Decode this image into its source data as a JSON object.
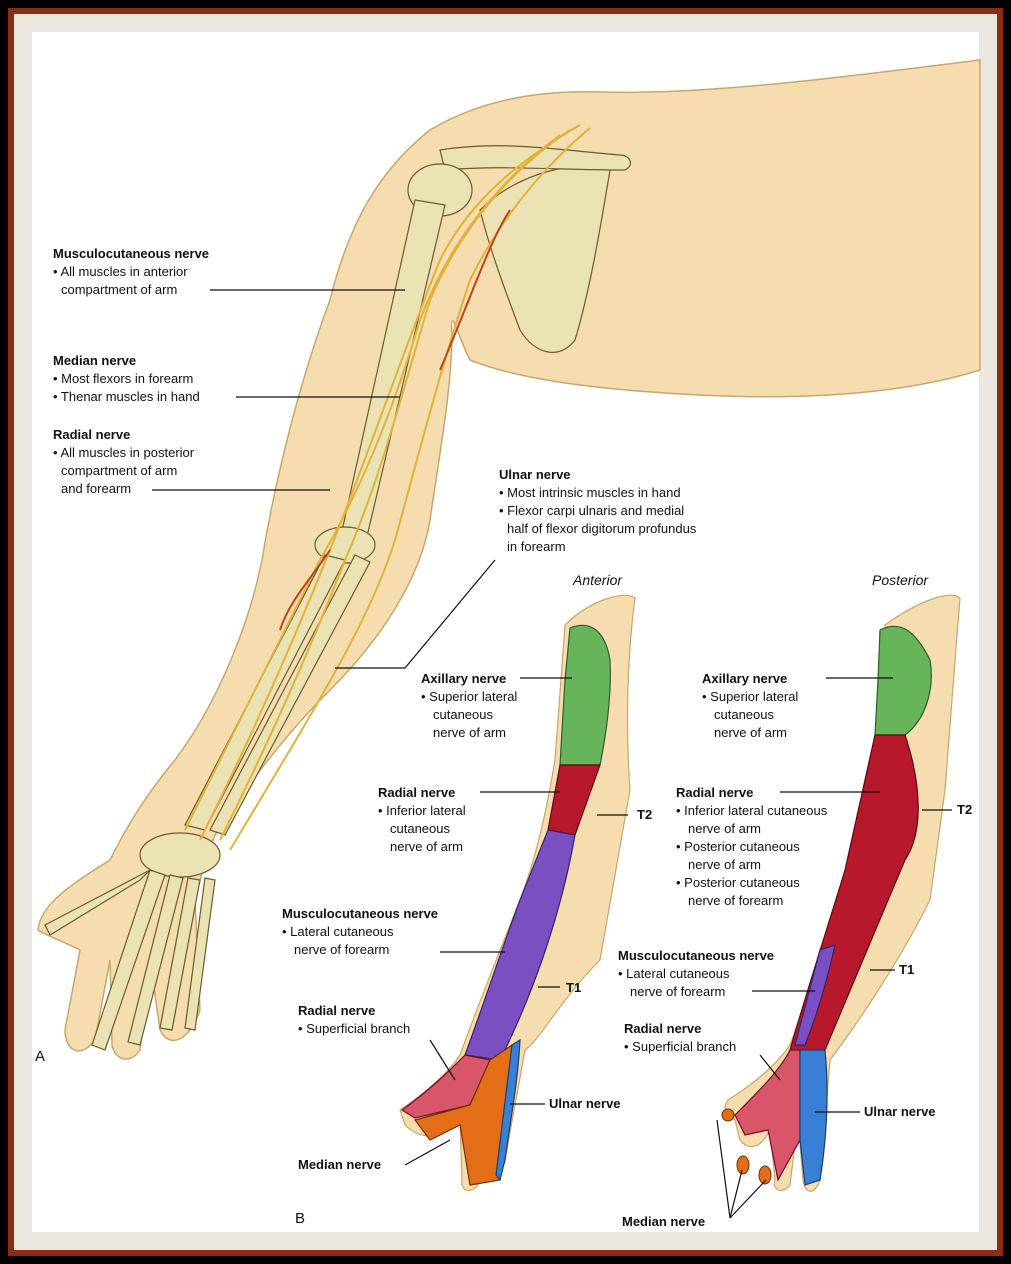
{
  "panel_a": {
    "letter": "A",
    "musculocutaneous": {
      "title": "Musculocutaneous nerve",
      "lines": [
        "• All muscles in anterior",
        "compartment of arm"
      ]
    },
    "median": {
      "title": "Median nerve",
      "lines": [
        "• Most flexors in forearm",
        "• Thenar muscles in hand"
      ]
    },
    "radial": {
      "title": "Radial nerve",
      "lines": [
        "• All muscles in posterior",
        "compartment of arm",
        "and forearm"
      ]
    },
    "ulnar": {
      "title": "Ulnar nerve",
      "lines": [
        "• Most intrinsic muscles in hand",
        "• Flexor carpi ulnaris and medial",
        "half of flexor digitorum profundus",
        "in forearm"
      ]
    }
  },
  "panel_b": {
    "letter": "B",
    "anterior": {
      "view_label": "Anterior",
      "axillary": {
        "title": "Axillary nerve",
        "lines": [
          "• Superior lateral",
          "cutaneous",
          "nerve of arm"
        ]
      },
      "radial": {
        "title": "Radial nerve",
        "lines": [
          "• Inferior lateral",
          "cutaneous",
          "nerve of arm"
        ]
      },
      "musculocutaneous": {
        "title": "Musculocutaneous nerve",
        "lines": [
          "• Lateral cutaneous",
          "nerve of forearm"
        ]
      },
      "radial_superficial": {
        "title": "Radial nerve",
        "lines": [
          "• Superficial branch"
        ]
      },
      "ulnar": "Ulnar nerve",
      "median": "Median nerve",
      "t2": "T2",
      "t1": "T1"
    },
    "posterior": {
      "view_label": "Posterior",
      "axillary": {
        "title": "Axillary nerve",
        "lines": [
          "• Superior lateral",
          "cutaneous",
          "nerve of arm"
        ]
      },
      "radial": {
        "title": "Radial nerve",
        "lines": [
          "• Inferior lateral cutaneous",
          "nerve of arm",
          "• Posterior cutaneous",
          "nerve of arm",
          "• Posterior cutaneous",
          "nerve of forearm"
        ]
      },
      "musculocutaneous": {
        "title": "Musculocutaneous nerve",
        "lines": [
          "• Lateral cutaneous",
          "nerve of forearm"
        ]
      },
      "radial_superficial": {
        "title": "Radial nerve",
        "lines": [
          "• Superficial branch"
        ]
      },
      "ulnar": "Ulnar nerve",
      "median": "Median nerve",
      "t2": "T2",
      "t1": "T1"
    }
  },
  "colors": {
    "skin": "#f5ddb0",
    "skin_edge": "#c9a66b",
    "bone": "#ece3b5",
    "bone_edge": "#6b5a2b",
    "nerve": "#e0b23a",
    "artery": "#c0421c",
    "axillary": "#67b45a",
    "radial": "#b8182b",
    "musculocutaneous": "#7a4fc2",
    "ulnar": "#3a7fd6",
    "median": "#e46e17",
    "radial_superficial": "#d9556a",
    "frame": "#8a2d14"
  }
}
